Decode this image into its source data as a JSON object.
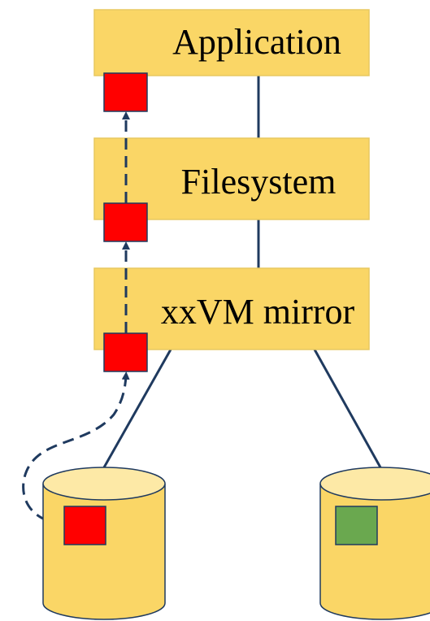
{
  "layers": [
    {
      "id": "application",
      "label": "Application"
    },
    {
      "id": "filesystem",
      "label": "Filesystem"
    },
    {
      "id": "mirror",
      "label": "xxVM mirror"
    }
  ],
  "disks": [
    {
      "id": "disk-left",
      "block_state": "corrupt"
    },
    {
      "id": "disk-right",
      "block_state": "good"
    }
  ],
  "colors": {
    "layer_fill": "#fad666",
    "layer_stroke": "#e8c860",
    "connector": "#1f3a5f",
    "corrupt_block": "#ff0000",
    "good_block": "#6aa84f",
    "disk_top": "#fde9a6",
    "disk_body": "#fad666"
  }
}
